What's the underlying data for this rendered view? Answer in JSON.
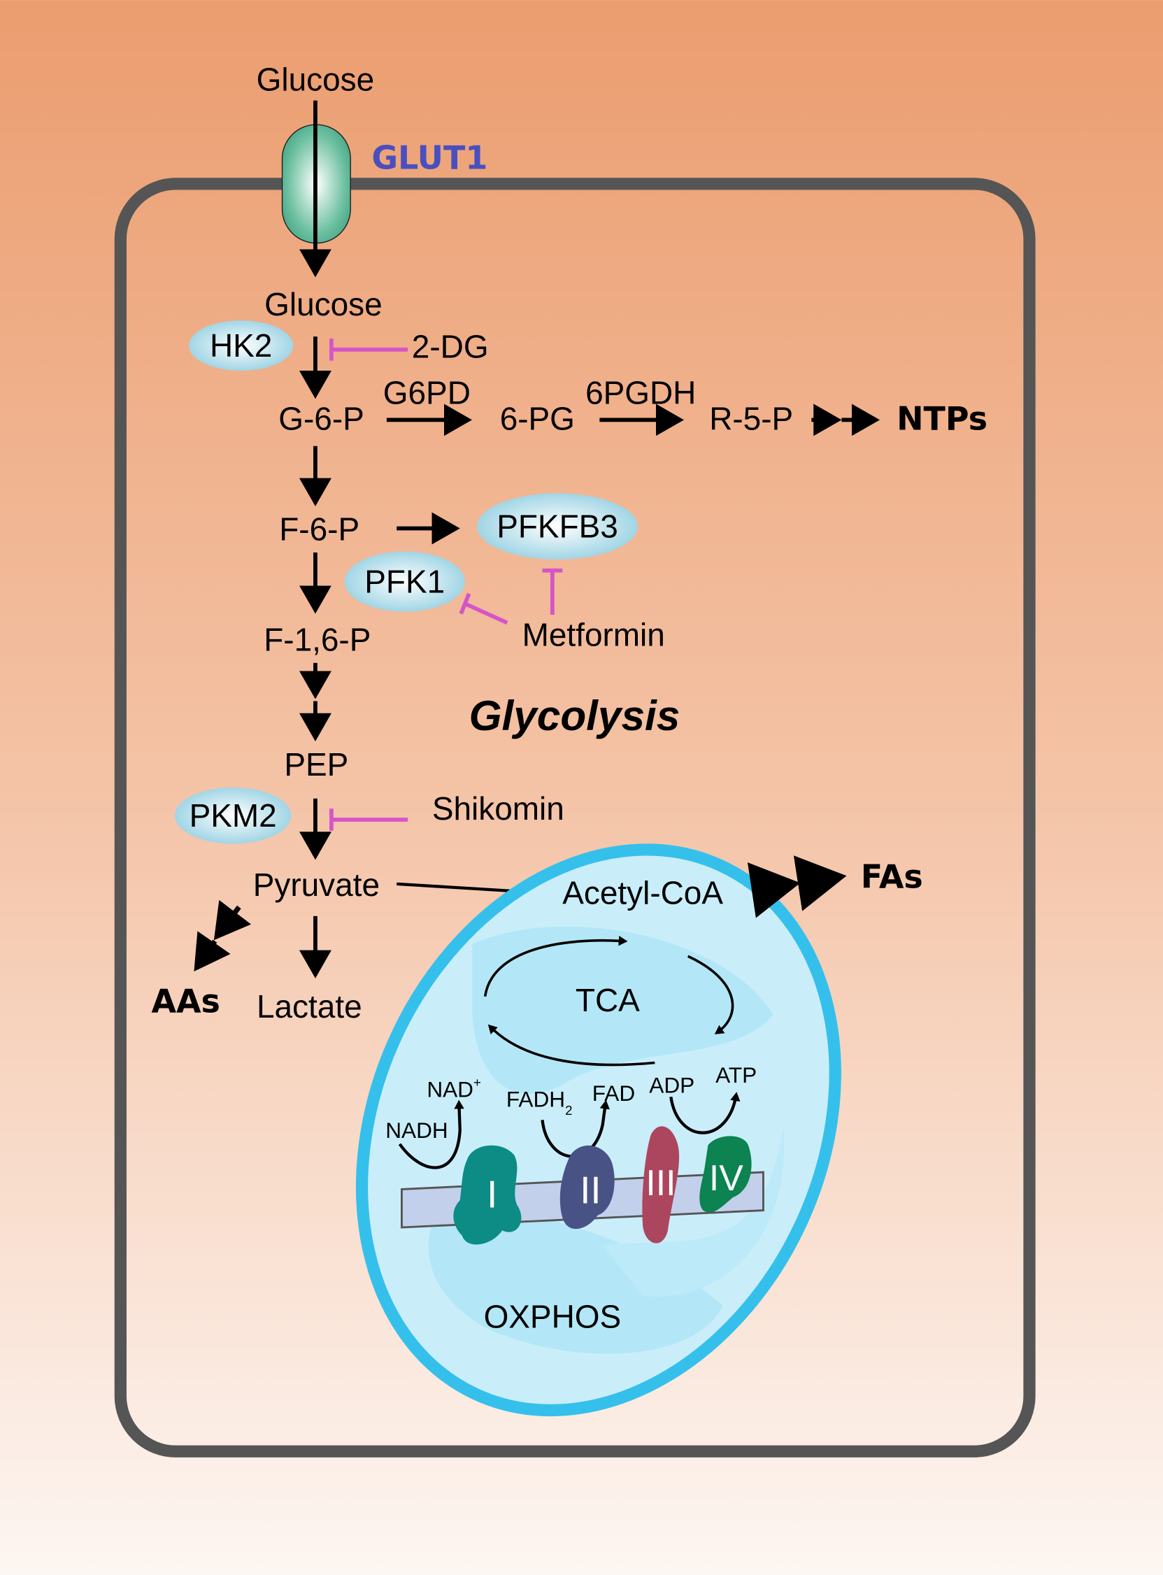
{
  "title": "Glycolysis",
  "transporter": {
    "name": "GLUT1",
    "color": "#4a4fc0"
  },
  "metabolites": {
    "glucose_out": "Glucose",
    "glucose_in": "Glucose",
    "g6p": "G-6-P",
    "pg6": "6-PG",
    "r5p": "R-5-P",
    "ntps": "NTPs",
    "f6p": "F-6-P",
    "f16p": "F-1,6-P",
    "pep": "PEP",
    "pyruvate": "Pyruvate",
    "acetyl_coa": "Acetyl-CoA",
    "fas": "FAs",
    "aas": "AAs",
    "lactate": "Lactate"
  },
  "enzymes": {
    "hk2": "HK2",
    "g6pd": "G6PD",
    "pgdh": "6PGDH",
    "pfkfb3": "PFKFB3",
    "pfk1": "PFK1",
    "pkm2": "PKM2"
  },
  "inhibitors": {
    "dg": "2-DG",
    "metformin": "Metformin",
    "shikomin": "Shikomin",
    "color": "#d555c8"
  },
  "mitochondrion": {
    "tca": "TCA",
    "oxphos": "OXPHOS",
    "nadh": "NADH",
    "nad": "NAD",
    "nad_sup": "+",
    "fadh": "FADH",
    "fadh_sub": "2",
    "fad": "FAD",
    "adp": "ADP",
    "atp": "ATP",
    "complexes": [
      "I",
      "II",
      "III",
      "IV"
    ]
  }
}
